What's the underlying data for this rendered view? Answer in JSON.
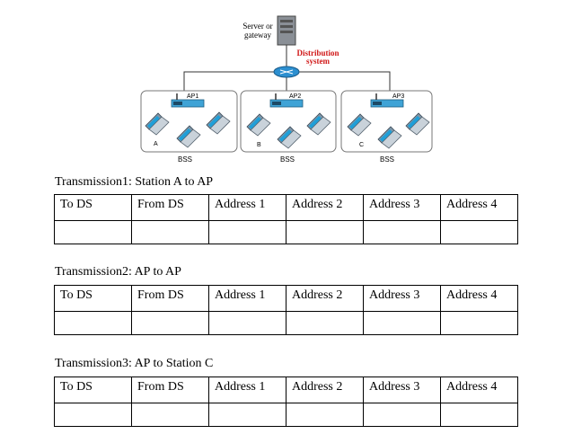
{
  "diagram": {
    "server_label_line1": "Server or",
    "server_label_line2": "gateway",
    "ds_label_line1": "Distribution",
    "ds_label_line2": "system",
    "ds_label_color": "#d01818",
    "bss": [
      {
        "ap": "AP1",
        "station": "A",
        "label": "BSS"
      },
      {
        "ap": "AP2",
        "station": "B",
        "label": "BSS"
      },
      {
        "ap": "AP3",
        "station": "C",
        "label": "BSS"
      }
    ]
  },
  "tables": [
    {
      "caption": "Transmission1: Station A to AP",
      "headers": [
        "To DS",
        "From DS",
        "Address 1",
        "Address 2",
        "Address 3",
        "Address 4"
      ],
      "values": [
        "",
        "",
        "",
        "",
        "",
        ""
      ]
    },
    {
      "caption": "Transmission2: AP to AP",
      "headers": [
        "To DS",
        "From DS",
        "Address 1",
        "Address 2",
        "Address 3",
        "Address 4"
      ],
      "values": [
        "",
        "",
        "",
        "",
        "",
        ""
      ]
    },
    {
      "caption": "Transmission3: AP to Station C",
      "headers": [
        "To DS",
        "From DS",
        "Address 1",
        "Address 2",
        "Address 3",
        "Address 4"
      ],
      "values": [
        "",
        "",
        "",
        "",
        "",
        ""
      ]
    }
  ]
}
